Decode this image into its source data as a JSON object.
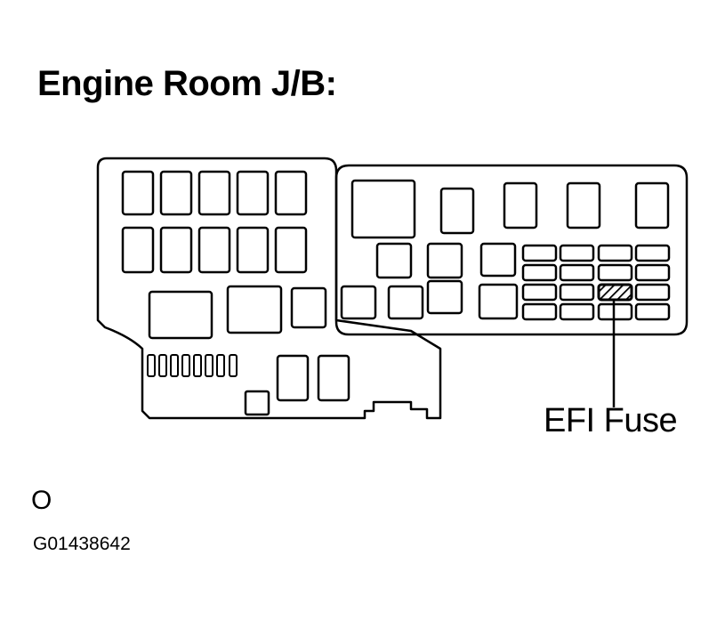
{
  "title": "Engine Room J/B:",
  "callout_label": "EFI Fuse",
  "marker": "O",
  "figure_id": "G01438642",
  "highlighted_component": "efi-fuse"
}
